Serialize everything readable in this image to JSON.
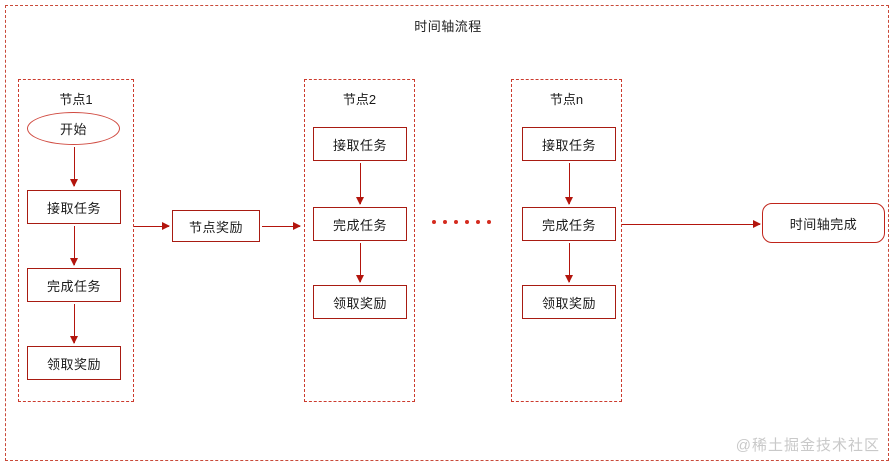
{
  "diagram": {
    "title": "时间轴流程",
    "watermark": "@稀土掘金技术社区",
    "colors": {
      "outer_border": "#c94a3a",
      "group_border": "#cc3b2e",
      "box_border": "#a81b12",
      "arrow": "#b3150d",
      "dot": "#d42b1e",
      "text": "#1a1a1a",
      "watermark": "#c9c9c9"
    }
  },
  "start_node": {
    "label": "开始",
    "shape": "ellipse"
  },
  "groups": [
    {
      "id": "node-1",
      "title": "节点1",
      "steps": [
        {
          "label": "接取任务"
        },
        {
          "label": "完成任务"
        },
        {
          "label": "领取奖励"
        }
      ]
    },
    {
      "id": "node-2",
      "title": "节点2",
      "steps": [
        {
          "label": "接取任务"
        },
        {
          "label": "完成任务"
        },
        {
          "label": "领取奖励"
        }
      ]
    },
    {
      "id": "node-n",
      "title": "节点n",
      "steps": [
        {
          "label": "接取任务"
        },
        {
          "label": "完成任务"
        },
        {
          "label": "领取奖励"
        }
      ]
    }
  ],
  "connectors": {
    "node_reward": {
      "label": "节点奖励",
      "shape": "rect"
    },
    "ellipsis": {
      "dot_count": 6
    },
    "finish": {
      "label": "时间轴完成",
      "shape": "rounded-rect"
    }
  }
}
